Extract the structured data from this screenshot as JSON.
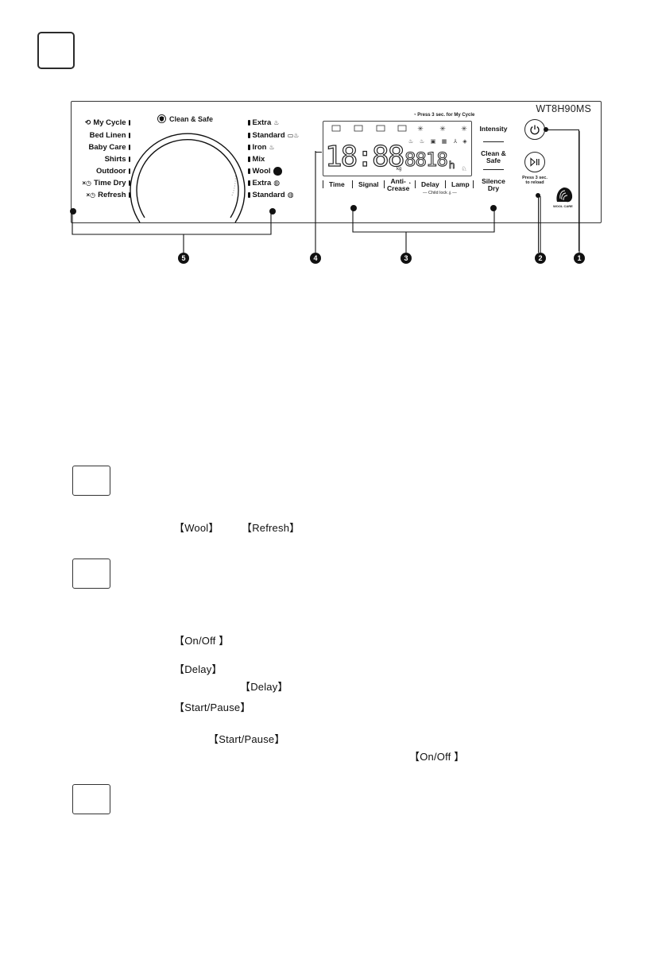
{
  "panel": {
    "model": "WT8H90MS",
    "knob_title": "Clean & Safe",
    "left_programs": [
      "My Cycle",
      "Bed Linen",
      "Baby Care",
      "Shirts",
      "Outdoor",
      "Time Dry",
      "Refresh"
    ],
    "right_programs": [
      "Extra",
      "Standard",
      "Iron",
      "Mix",
      "Wool",
      "Extra",
      "Standard"
    ],
    "display": {
      "press_note": "Press 3 sec. for My Cycle",
      "big_digits": "18:88",
      "small_digits": "8818",
      "unit_kg": "kg",
      "unit_h": "h"
    },
    "buttons": [
      {
        "label": "Time"
      },
      {
        "label": "Signal"
      },
      {
        "label": "Anti-\nCrease"
      },
      {
        "label": "Delay"
      },
      {
        "label": "Lamp"
      }
    ],
    "child_lock": "Child lock",
    "side_buttons": {
      "intensity": "Intensity",
      "clean_safe": "Clean &\nSafe",
      "silence_dry": "Silence\nDry"
    },
    "start_pause_note": "Press 3 sec.\nto reload",
    "wool_care": "WOOL CARE"
  },
  "callouts": [
    "5",
    "4",
    "3",
    "2",
    "1"
  ],
  "notes": {
    "wool": "【Wool】",
    "refresh": "【Refresh】",
    "on_off_1": "【On/Off 】",
    "delay_1": "【Delay】",
    "delay_2": "【Delay】",
    "start_pause_1": "【Start/Pause】",
    "start_pause_2": "【Start/Pause】",
    "on_off_2": "【On/Off 】"
  },
  "icons": [
    "power-icon",
    "play-pause-icon",
    "shield-icon",
    "wool-care-logo"
  ]
}
